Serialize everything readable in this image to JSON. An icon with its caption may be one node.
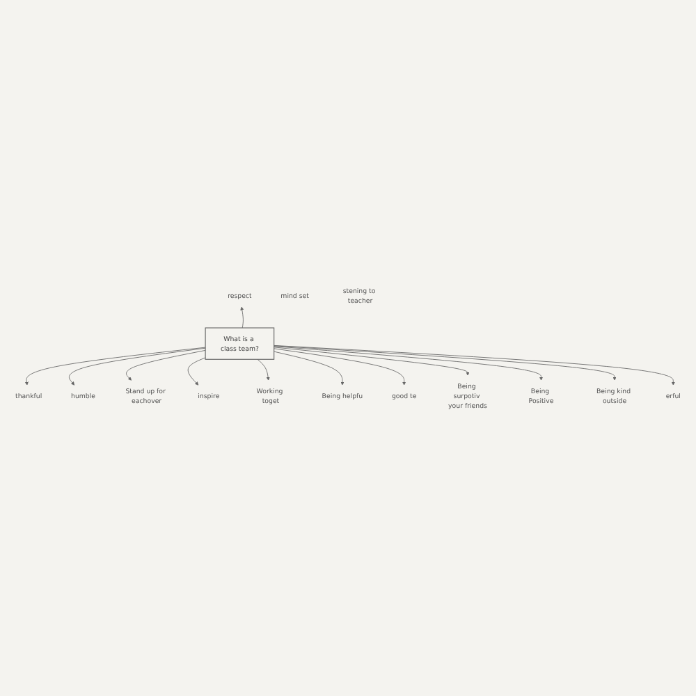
{
  "diagram": {
    "nodes": [
      {
        "text": [
          "respect"
        ]
      },
      {
        "text": [
          "humble"
        ]
      },
      {
        "text": [
          "mind set"
        ]
      },
      {
        "text": [
          "inspire"
        ]
      },
      {
        "text": [
          "thankful"
        ]
      },
      {
        "text": [
          "Stand up for eachover"
        ]
      },
      {
        "text": [
          "Working toget"
        ]
      },
      {
        "text": [
          "What is a class team?"
        ]
      },
      {
        "text": [
          "Being helpfu"
        ]
      },
      {
        "text": [
          "good te"
        ]
      },
      {
        "text": [
          "Being surpotiv your friends"
        ]
      },
      {
        "text": [
          "erful"
        ]
      },
      {
        "text": [
          "Being kind outside"
        ]
      },
      {
        "text": [
          "Being Positive"
        ]
      },
      {
        "text": [
          "stening to teacher"
        ]
      }
    ],
    "edges": [
      {
        "from": 7,
        "to": 4,
        "arrow": "to"
      },
      {
        "from": 7,
        "to": 1,
        "arrow": "to"
      },
      {
        "from": 7,
        "to": 5,
        "arrow": "to"
      },
      {
        "from": 7,
        "to": 0,
        "arrow": "to"
      },
      {
        "from": 7,
        "to": 3,
        "arrow": "to"
      },
      {
        "from": 7,
        "to": 6,
        "arrow": "to"
      },
      {
        "from": 7,
        "to": 8,
        "arrow": "to"
      },
      {
        "from": 7,
        "to": 9,
        "arrow": "to"
      },
      {
        "from": 7,
        "to": 10,
        "arrow": "to"
      },
      {
        "from": 7,
        "to": 13,
        "arrow": "to"
      },
      {
        "from": 7,
        "to": 12,
        "arrow": "to"
      },
      {
        "from": 7,
        "to": 11,
        "arrow": "to"
      }
    ]
  }
}
